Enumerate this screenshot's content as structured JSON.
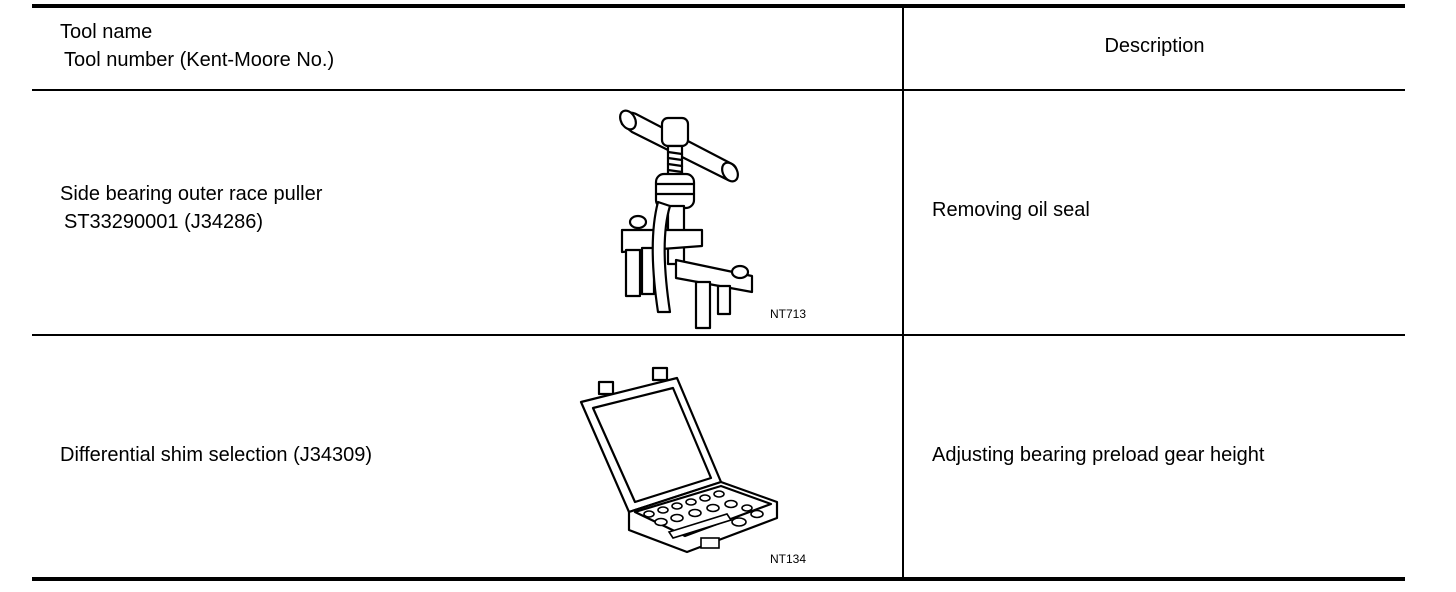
{
  "header": {
    "tool_name_label": "Tool name",
    "tool_number_label": "Tool number (Kent-Moore No.)",
    "description_label": "Description"
  },
  "rows": [
    {
      "tool_name": "Side bearing outer race puller",
      "tool_number": "ST33290001 (J34286)",
      "figure_label": "NT713",
      "figure_icon": "puller-tool-illustration",
      "description": "Removing oil seal"
    },
    {
      "tool_name": "Differential shim selection (J34309)",
      "tool_number": "",
      "figure_label": "NT134",
      "figure_icon": "shim-kit-case-illustration",
      "description": "Adjusting bearing preload gear height"
    }
  ]
}
